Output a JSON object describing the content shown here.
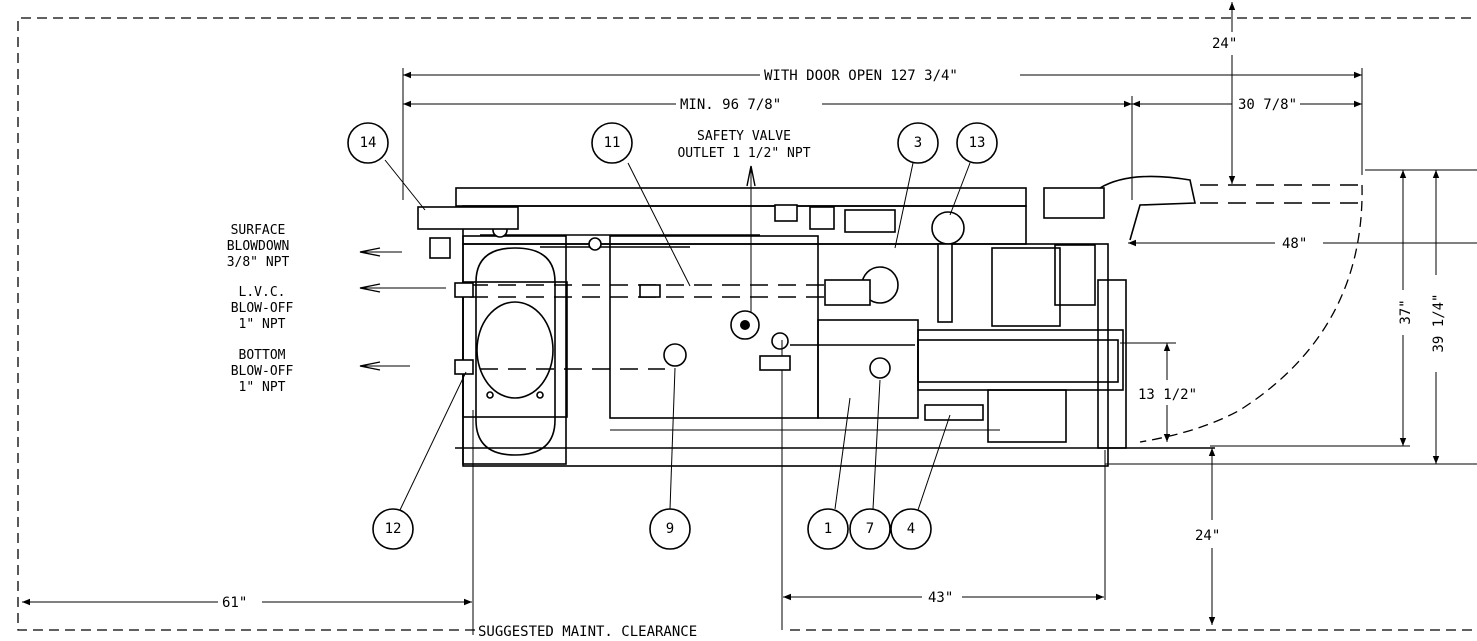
{
  "dimensions": {
    "with_door_open": "WITH DOOR OPEN 127 3/4\"",
    "min_length": "MIN. 96 7/8\"",
    "door_swing": "30 7/8\"",
    "top_clearance": "24\"",
    "front_clearance": "48\"",
    "depth_37": "37\"",
    "depth_39": "39 1/4\"",
    "height_13": "13 1/2\"",
    "bottom_clearance": "24\"",
    "rear_clearance": "61\"",
    "bottom_43": "43\""
  },
  "labels": {
    "safety_valve": [
      "SAFETY VALVE",
      "OUTLET 1 1/2\" NPT"
    ],
    "surface_blowdown": [
      "SURFACE",
      "BLOWDOWN",
      "3/8\" NPT"
    ],
    "lvc_blowoff": [
      "L.V.C.",
      "BLOW-OFF",
      "1\" NPT"
    ],
    "bottom_blowoff": [
      "BOTTOM",
      "BLOW-OFF",
      "1\" NPT"
    ],
    "maint_clearance": "SUGGESTED MAINT. CLEARANCE"
  },
  "callouts": [
    "14",
    "11",
    "3",
    "13",
    "12",
    "9",
    "1",
    "7",
    "4"
  ]
}
